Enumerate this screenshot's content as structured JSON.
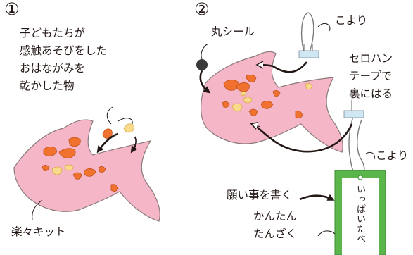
{
  "step1": {
    "number": "①",
    "caption_lines": [
      "子どもたちが",
      "感触あそびをした",
      "おはながみを",
      "乾かした物"
    ],
    "kit_label": "楽々キット"
  },
  "step2": {
    "number": "②",
    "sticker_label": "丸シール",
    "koyori_top": "こより",
    "tape_lines": [
      "セロハン",
      "テープで",
      "裏にはる"
    ],
    "koyori_bottom": "こより",
    "wish_label": "願い事を書く",
    "tanzaku_lines": [
      "かんたん",
      "たんざく"
    ],
    "tanzaku_text": "いっぱいたべ"
  },
  "colors": {
    "fish_pink": "#f5b6c8",
    "fish_outline": "#7a6a6a",
    "tissue_orange": "#f0722e",
    "tissue_yellow": "#f9d98a",
    "tanzaku_green": "#5ab54b",
    "tape_blue": "#cfe6f3",
    "text": "#231815"
  }
}
